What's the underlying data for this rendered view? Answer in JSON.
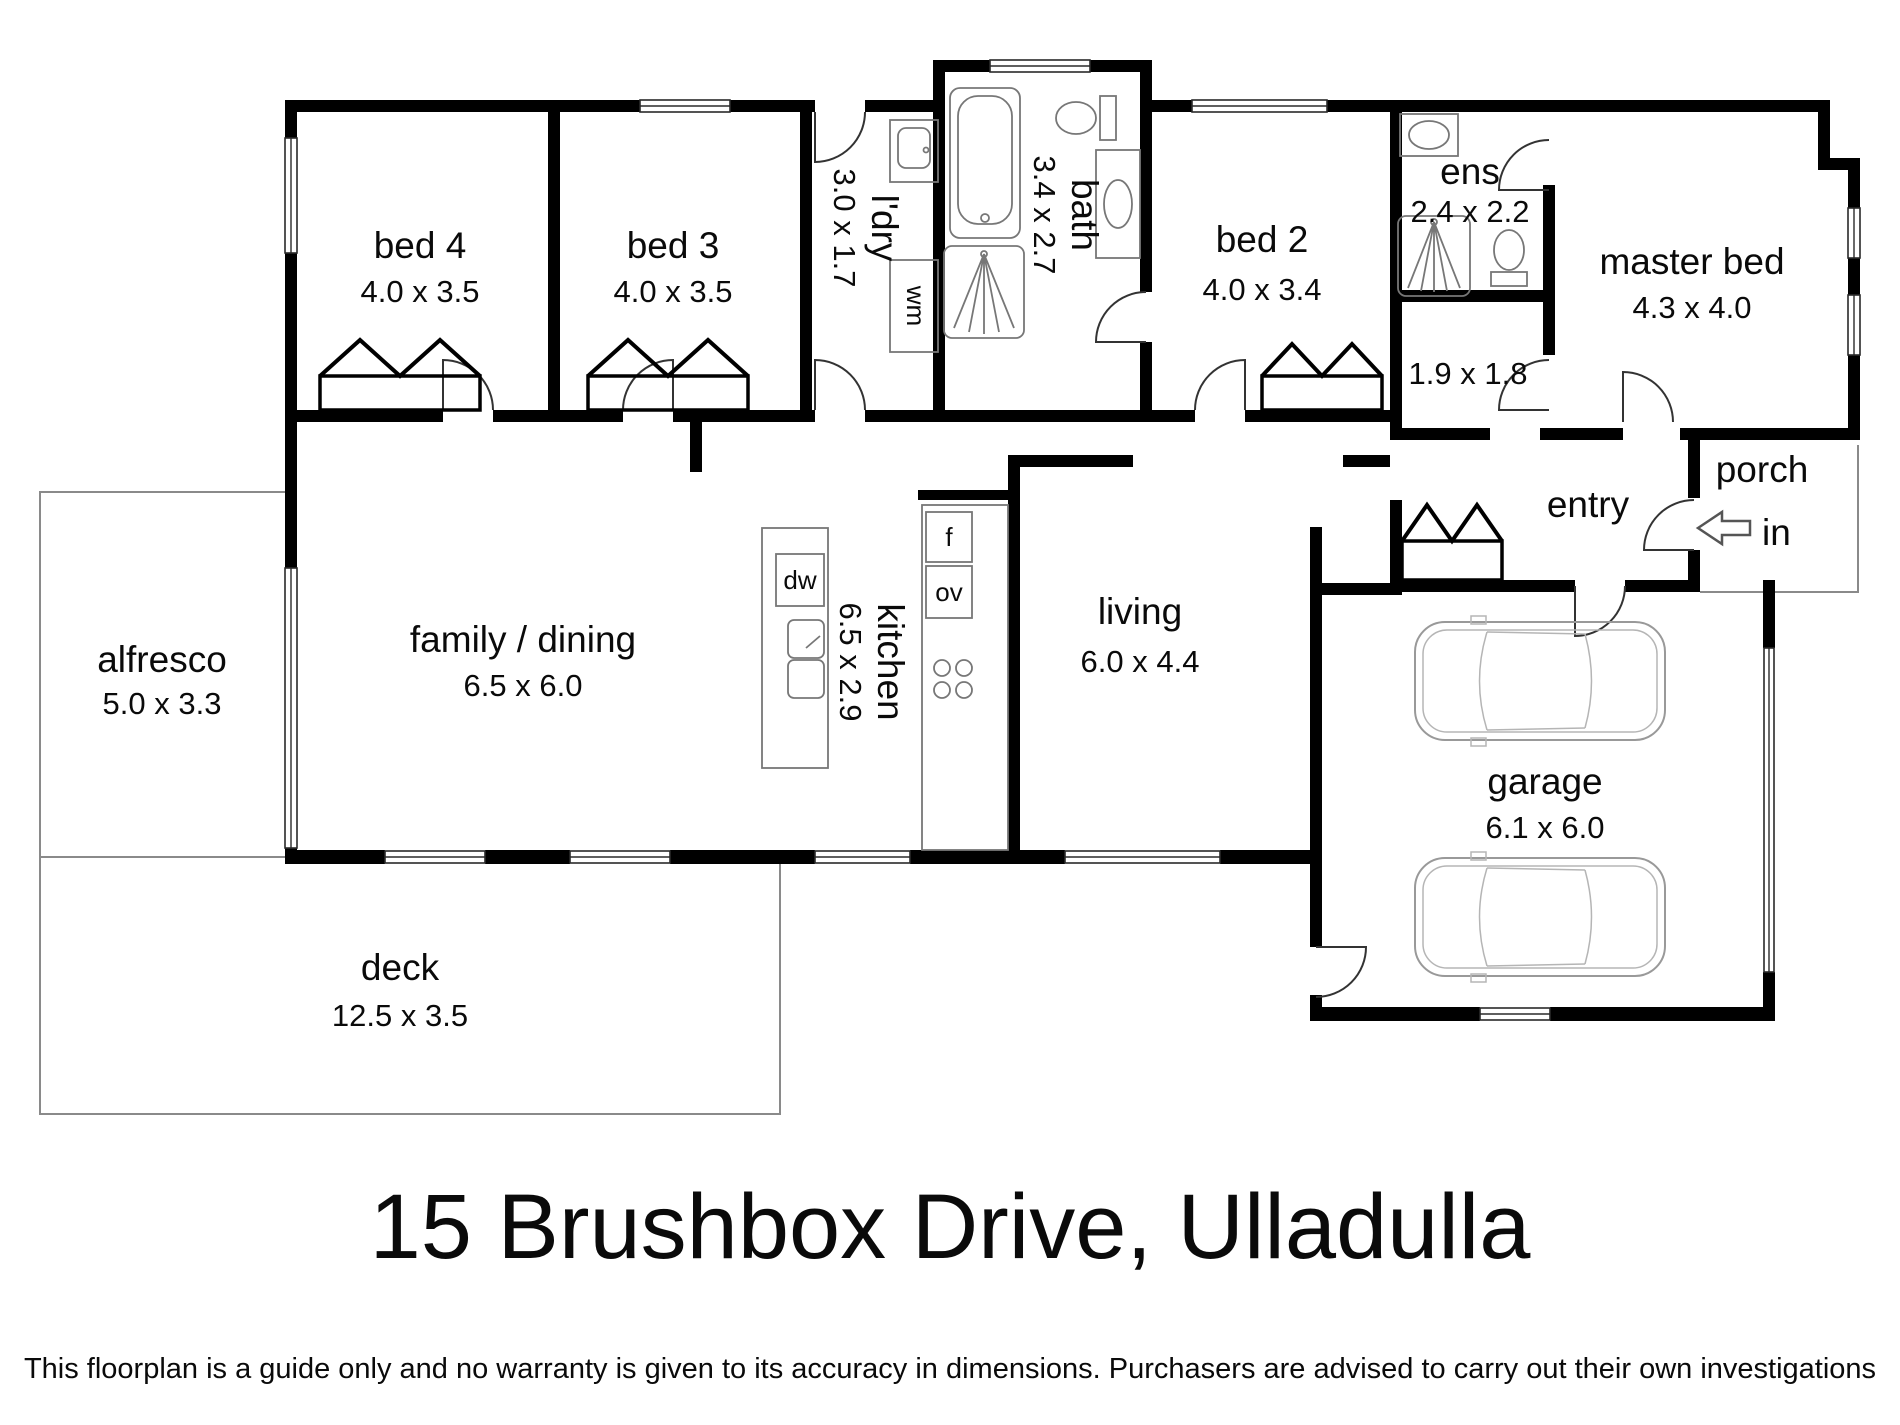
{
  "floorplan": {
    "title": "15 Brushbox Drive, Ulladulla",
    "disclaimer": "This floorplan is a guide only and no warranty is given to its accuracy in dimensions. Purchasers are advised to carry out their own investigations",
    "rooms": [
      {
        "name": "bed 4",
        "dims": "4.0 x 3.5"
      },
      {
        "name": "bed 3",
        "dims": "4.0 x 3.5"
      },
      {
        "name": "l'dry",
        "dims": "3.0 x 1.7"
      },
      {
        "name": "bath",
        "dims": "3.4 x 2.7"
      },
      {
        "name": "bed 2",
        "dims": "4.0 x 3.4"
      },
      {
        "name": "ens",
        "dims": "2.4 x 2.2"
      },
      {
        "name": "",
        "dims": "1.9 x 1.8"
      },
      {
        "name": "master bed",
        "dims": "4.3 x 4.0"
      },
      {
        "name": "entry",
        "dims": ""
      },
      {
        "name": "porch",
        "dims": ""
      },
      {
        "name": "family / dining",
        "dims": "6.5 x 6.0"
      },
      {
        "name": "kitchen",
        "dims": "6.5 x 2.9"
      },
      {
        "name": "living",
        "dims": "6.0 x 4.4"
      },
      {
        "name": "garage",
        "dims": "6.1 x 6.0"
      },
      {
        "name": "alfresco",
        "dims": "5.0 x 3.3"
      },
      {
        "name": "deck",
        "dims": "12.5 x 3.5"
      }
    ],
    "appliances": {
      "washing_machine": "wm",
      "dishwasher": "dw",
      "fridge": "f",
      "oven": "ov"
    },
    "entry_arrow_label": "in",
    "colors": {
      "wall": "#000000",
      "thin_outline": "#8a8a8a",
      "background": "#ffffff"
    }
  }
}
